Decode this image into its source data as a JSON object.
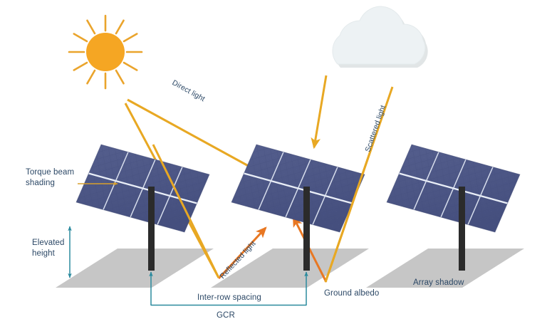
{
  "diagram": {
    "title": "Solar tracker array irradiance diagram",
    "background_color": "#ffffff"
  },
  "colors": {
    "panel_fill": "#4b5585",
    "panel_fill_light": "#5b6492",
    "panel_seam": "#e9eef7",
    "panel_cell_line": "#3e4874",
    "post": "#2b2b2b",
    "ground_shadow": "#c6c6c6",
    "ground_shadow_dark": "#b4b4b4",
    "sun": "#f5a623",
    "sun_ray": "#e9a02a",
    "direct_light": "#e8a823",
    "scattered_light": "#e8a823",
    "reflected_light": "#e87722",
    "teal": "#2a8a9e",
    "text": "#2c4866",
    "cloud": "#edf2f4",
    "cloud_shadow": "#d3d8da"
  },
  "labels": {
    "direct_light": "Direct light",
    "scattered_light": "Scattered light",
    "reflected_light": "Reflected light",
    "torque_beam_shading": "Torque beam",
    "torque_beam_shading_line2": "shading",
    "elevated_height": "Elevated",
    "elevated_height_line2": "height",
    "inter_row_spacing": "Inter-row spacing",
    "gcr": "GCR",
    "ground_albedo": "Ground albedo",
    "array_shadow": "Array shadow"
  },
  "icons": {
    "sun": "sun-icon",
    "cloud": "cloud-icon"
  },
  "elements": {
    "panels": [
      {
        "name": "solar-panel-left"
      },
      {
        "name": "solar-panel-center"
      },
      {
        "name": "solar-panel-right"
      }
    ],
    "posts": [
      {
        "name": "torque-post-left"
      },
      {
        "name": "torque-post-center"
      },
      {
        "name": "torque-post-right"
      }
    ],
    "shadows": [
      {
        "name": "ground-shadow-left"
      },
      {
        "name": "ground-shadow-center"
      },
      {
        "name": "ground-shadow-right"
      }
    ]
  }
}
